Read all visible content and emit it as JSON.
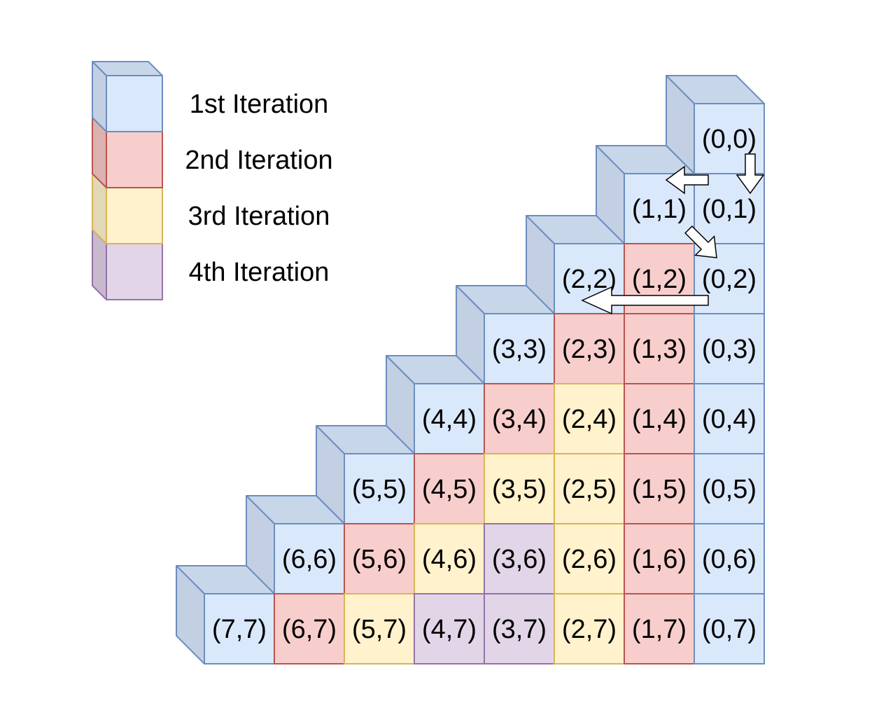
{
  "colors": {
    "iter1": {
      "fill": "#dae8fc",
      "stroke": "#6c8ebf",
      "top": "#c8d6ea",
      "side": "#c3cfe2"
    },
    "iter2": {
      "fill": "#f8cecc",
      "stroke": "#b85450",
      "top": "#e4bdbb",
      "side": "#dcb2b0"
    },
    "iter3": {
      "fill": "#fff2cc",
      "stroke": "#d6b656",
      "top": "#e9dfbd",
      "side": "#e2d8b8"
    },
    "iter4": {
      "fill": "#e1d5e7",
      "stroke": "#9673a6",
      "top": "#d0c4d6",
      "side": "#c8b9cf"
    }
  },
  "legend": [
    {
      "iteration": 1,
      "label": "1st Iteration"
    },
    {
      "iteration": 2,
      "label": "2nd Iteration"
    },
    {
      "iteration": 3,
      "label": "3rd Iteration"
    },
    {
      "iteration": 4,
      "label": "4th Iteration"
    }
  ],
  "grid": {
    "size": 8,
    "cells": [
      {
        "i": 0,
        "j": 0,
        "label": "(0,0)",
        "iteration": 1
      },
      {
        "i": 1,
        "j": 1,
        "label": "(1,1)",
        "iteration": 1
      },
      {
        "i": 0,
        "j": 1,
        "label": "(0,1)",
        "iteration": 1
      },
      {
        "i": 2,
        "j": 2,
        "label": "(2,2)",
        "iteration": 1
      },
      {
        "i": 1,
        "j": 2,
        "label": "(1,2)",
        "iteration": 2
      },
      {
        "i": 0,
        "j": 2,
        "label": "(0,2)",
        "iteration": 1
      },
      {
        "i": 3,
        "j": 3,
        "label": "(3,3)",
        "iteration": 1
      },
      {
        "i": 2,
        "j": 3,
        "label": "(2,3)",
        "iteration": 2
      },
      {
        "i": 1,
        "j": 3,
        "label": "(1,3)",
        "iteration": 2
      },
      {
        "i": 0,
        "j": 3,
        "label": "(0,3)",
        "iteration": 1
      },
      {
        "i": 4,
        "j": 4,
        "label": "(4,4)",
        "iteration": 1
      },
      {
        "i": 3,
        "j": 4,
        "label": "(3,4)",
        "iteration": 2
      },
      {
        "i": 2,
        "j": 4,
        "label": "(2,4)",
        "iteration": 3
      },
      {
        "i": 1,
        "j": 4,
        "label": "(1,4)",
        "iteration": 2
      },
      {
        "i": 0,
        "j": 4,
        "label": "(0,4)",
        "iteration": 1
      },
      {
        "i": 5,
        "j": 5,
        "label": "(5,5)",
        "iteration": 1
      },
      {
        "i": 4,
        "j": 5,
        "label": "(4,5)",
        "iteration": 2
      },
      {
        "i": 3,
        "j": 5,
        "label": "(3,5)",
        "iteration": 3
      },
      {
        "i": 2,
        "j": 5,
        "label": "(2,5)",
        "iteration": 3
      },
      {
        "i": 1,
        "j": 5,
        "label": "(1,5)",
        "iteration": 2
      },
      {
        "i": 0,
        "j": 5,
        "label": "(0,5)",
        "iteration": 1
      },
      {
        "i": 6,
        "j": 6,
        "label": "(6,6)",
        "iteration": 1
      },
      {
        "i": 5,
        "j": 6,
        "label": "(5,6)",
        "iteration": 2
      },
      {
        "i": 4,
        "j": 6,
        "label": "(4,6)",
        "iteration": 3
      },
      {
        "i": 3,
        "j": 6,
        "label": "(3,6)",
        "iteration": 4
      },
      {
        "i": 2,
        "j": 6,
        "label": "(2,6)",
        "iteration": 3
      },
      {
        "i": 1,
        "j": 6,
        "label": "(1,6)",
        "iteration": 2
      },
      {
        "i": 0,
        "j": 6,
        "label": "(0,6)",
        "iteration": 1
      },
      {
        "i": 7,
        "j": 7,
        "label": "(7,7)",
        "iteration": 1
      },
      {
        "i": 6,
        "j": 7,
        "label": "(6,7)",
        "iteration": 2
      },
      {
        "i": 5,
        "j": 7,
        "label": "(5,7)",
        "iteration": 3
      },
      {
        "i": 4,
        "j": 7,
        "label": "(4,7)",
        "iteration": 4
      },
      {
        "i": 3,
        "j": 7,
        "label": "(3,7)",
        "iteration": 4
      },
      {
        "i": 2,
        "j": 7,
        "label": "(2,7)",
        "iteration": 3
      },
      {
        "i": 1,
        "j": 7,
        "label": "(1,7)",
        "iteration": 2
      },
      {
        "i": 0,
        "j": 7,
        "label": "(0,7)",
        "iteration": 1
      }
    ]
  },
  "arrows": [
    {
      "name": "arrow-down-0-0-to-0-1",
      "from": "(0,0)",
      "to": "(0,1)",
      "direction": "down"
    },
    {
      "name": "arrow-left-0-1-to-1-1",
      "from": "(0,1)",
      "to": "(1,1)",
      "direction": "left"
    },
    {
      "name": "arrow-diag-1-1-to-0-2",
      "from": "(1,1)",
      "to": "(0,2)",
      "direction": "down-right"
    },
    {
      "name": "arrow-left-0-2-to-2-2",
      "from": "(0,2)",
      "to": "(2,2)",
      "direction": "left"
    }
  ]
}
